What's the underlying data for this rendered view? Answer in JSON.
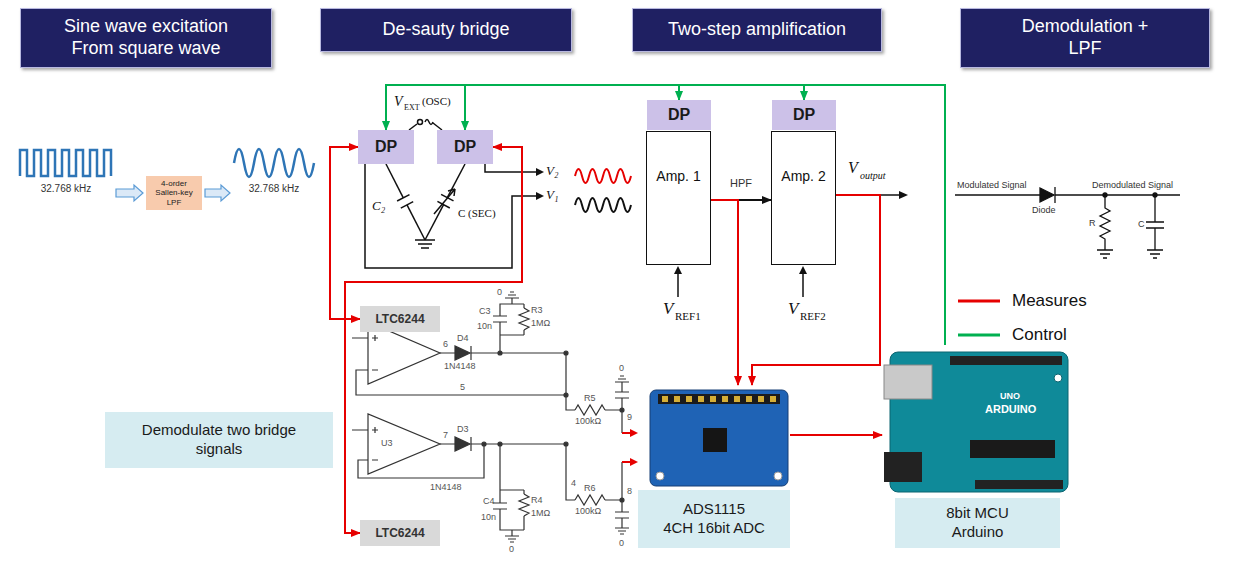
{
  "diagram": {
    "nodes": [
      {
        "text": [
          "Sine wave excitation From square wave"
        ]
      },
      {
        "text": [
          "De-sauty bridge"
        ]
      },
      {
        "text": [
          "Two-step amplification"
        ]
      },
      {
        "text": [
          "Demodulation + LPF"
        ]
      },
      {
        "text": [
          "4-order Sallen-key LPF"
        ]
      },
      {
        "text": [
          "DP"
        ]
      },
      {
        "text": [
          "DP"
        ]
      },
      {
        "text": [
          "DP"
        ]
      },
      {
        "text": [
          "DP"
        ]
      },
      {
        "text": [
          "Amp. 1"
        ]
      },
      {
        "text": [
          "Amp. 2"
        ]
      },
      {
        "text": [
          "LTC6244"
        ]
      },
      {
        "text": [
          "LTC6244"
        ]
      },
      {
        "text": [
          "Demodulate two bridge signals"
        ]
      },
      {
        "text": [
          "ADS1115",
          "4CH 16bit ADC"
        ]
      },
      {
        "text": [
          "8bit MCU Arduino"
        ]
      }
    ],
    "edges": [
      {
        "from": 15,
        "to": 5,
        "arrow": "to"
      },
      {
        "from": 15,
        "to": 6,
        "arrow": "to"
      },
      {
        "from": 15,
        "to": 7,
        "arrow": "to"
      },
      {
        "from": 15,
        "to": 8,
        "arrow": "to"
      },
      {
        "from": 5,
        "to": 11,
        "arrow": "both"
      },
      {
        "from": 6,
        "to": 12,
        "arrow": "both"
      },
      {
        "from": 9,
        "to": 10,
        "arrow": "to"
      },
      {
        "from": 9,
        "to": 14,
        "arrow": "to"
      },
      {
        "from": 10,
        "to": 14,
        "arrow": "to"
      },
      {
        "from": 14,
        "to": 15,
        "arrow": "to"
      }
    ],
    "labels": [
      "32.768 kHz",
      "32.768 kHz",
      "V",
      "EXT",
      "(OSC)",
      "C₂",
      "C (SEC)",
      "V₂",
      "V₁",
      "HPF",
      "V",
      "output",
      "V",
      "REF1",
      "V",
      "REF2",
      "Modulated Signal",
      "Diode",
      "Demodulated Signal",
      "R",
      "C",
      "6",
      "D4",
      "1N4148",
      "C3",
      "10n",
      "R3",
      "1MΩ",
      "0",
      "5",
      "R5",
      "100kΩ",
      "9",
      "0",
      "U3",
      "7",
      "D3",
      "1N4148",
      "C4",
      "10n",
      "R4",
      "1MΩ",
      "4",
      "R6",
      "100kΩ",
      "8",
      "0",
      "0",
      "UNO",
      "ARDUINO"
    ],
    "legend": [
      {
        "text": "Measures"
      },
      {
        "text": "Control"
      }
    ]
  }
}
